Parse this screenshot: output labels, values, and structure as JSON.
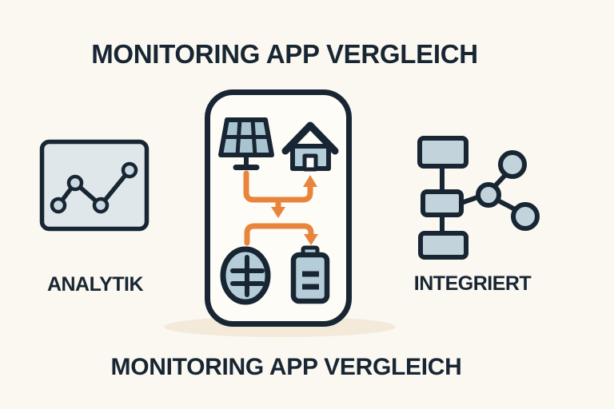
{
  "header": {
    "title": "MONITORING APP VERGLEICH"
  },
  "footer": {
    "title": "MONITORING APP VERGLEICH"
  },
  "features": {
    "left": {
      "label": "ANALYTIK",
      "icon": "line-chart-icon"
    },
    "center": {
      "icon": "monitoring-app-card",
      "elements": [
        "solar-panel-icon",
        "house-icon",
        "energy-flow-arrows",
        "coin-icon",
        "battery-icon"
      ]
    },
    "right": {
      "label": "INTEGRIERT",
      "icon": "network-diagram-icon"
    }
  },
  "colors": {
    "background": "#faf8f1",
    "ink_navy": "#182633",
    "accent_orange": "#e8843c",
    "fill_bluegray": "#b5cdd8",
    "fill_bluegray_light": "#c3d3dc",
    "chart_panel": "#dfe7ea",
    "card_background": "#fdfcf7",
    "shadow_cream": "#f3ead9"
  }
}
